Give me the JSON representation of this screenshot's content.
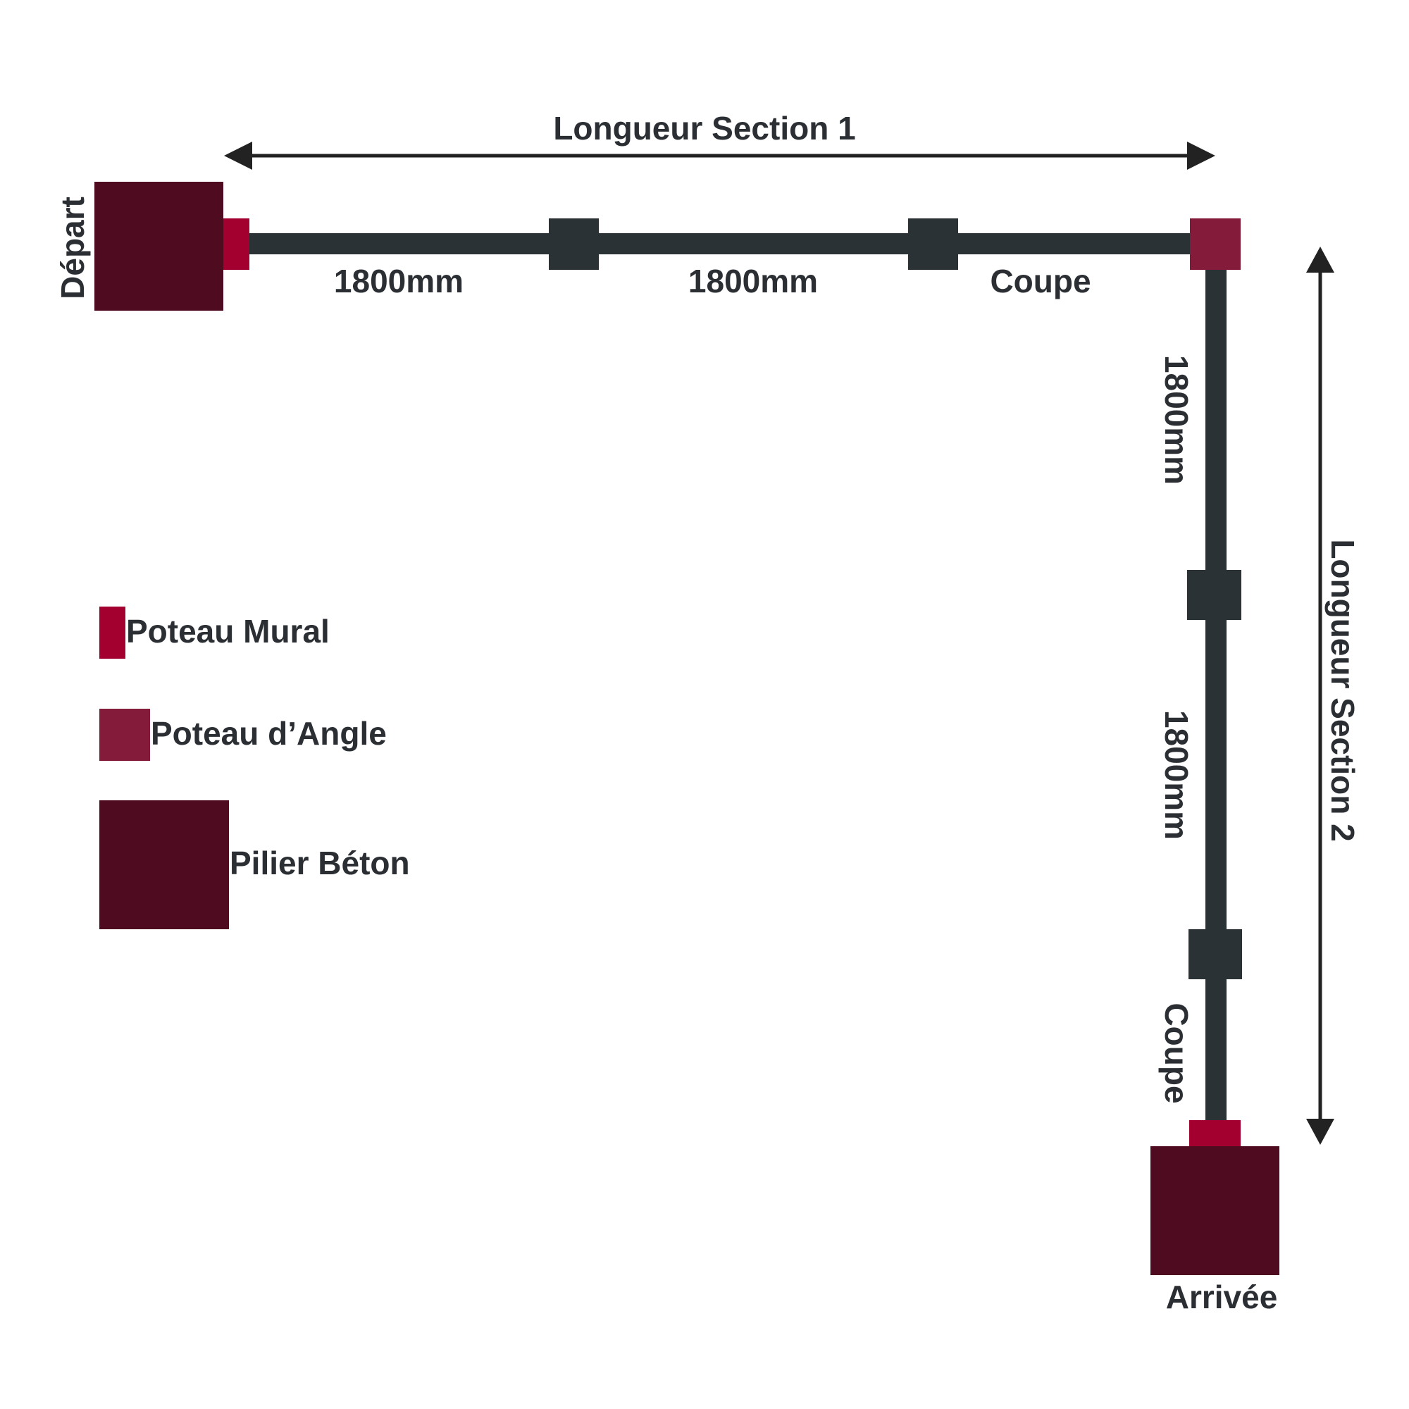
{
  "dimensions": {
    "section1_label": "Longueur Section 1",
    "section2_label": "Longueur Section 2"
  },
  "endpoints": {
    "start_label": "Départ",
    "end_label": "Arrivée"
  },
  "section1": {
    "panel_labels": [
      "1800mm",
      "1800mm",
      "Coupe"
    ]
  },
  "section2": {
    "panel_labels": [
      "1800mm",
      "1800mm",
      "Coupe"
    ]
  },
  "legend": {
    "items": [
      {
        "label": "Poteau Mural",
        "color": "#a3002f"
      },
      {
        "label": "Poteau d’Angle",
        "color": "#851b3b"
      },
      {
        "label": "Pilier Béton",
        "color": "#4f0b1f"
      }
    ]
  },
  "colors": {
    "fence_rail": "#2b3235",
    "intermediate_post": "#2b3235",
    "wall_post": "#a3002f",
    "corner_post": "#851b3b",
    "concrete_pillar": "#4f0b1f",
    "dimension_line": "#222222",
    "text": "#2b2f33",
    "background": "#ffffff"
  }
}
